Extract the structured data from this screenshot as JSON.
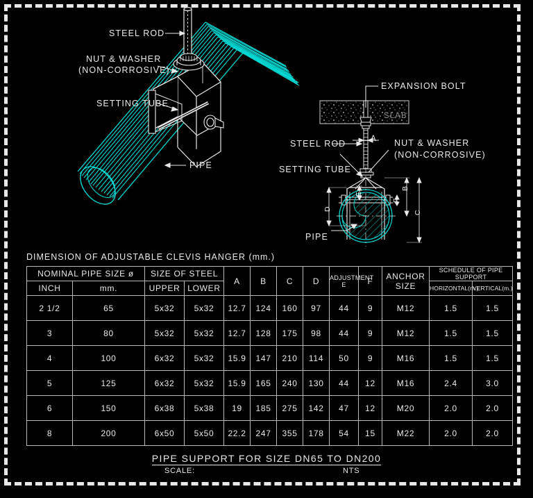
{
  "drawing": {
    "colors": {
      "background": "#000000",
      "line": "#e9e9e9",
      "pipe": "#00d9d4",
      "border": "#e8e8e8"
    },
    "iso_view": {
      "labels": {
        "steel_rod": "STEEL ROD",
        "nut_washer_l1": "NUT & WASHER",
        "nut_washer_l2": "(NON-CORROSIVE)",
        "setting_tube": "SETTING TUBE",
        "pipe": "PIPE"
      }
    },
    "elevation_view": {
      "labels": {
        "expansion_bolt": "EXPANSION BOLT",
        "slab": "SLAB",
        "steel_rod": "STEEL ROD",
        "nut_washer_l1": "NUT & WASHER",
        "nut_washer_l2": "(NON-CORROSIVE)",
        "setting_tube": "SETTING TUBE",
        "pipe": "PIPE"
      },
      "dimension_letters": {
        "a": "A",
        "b": "B",
        "c": "C",
        "d": "D",
        "e": "E",
        "f": "F"
      }
    }
  },
  "table": {
    "caption": "DIMENSION OF ADJUSTABLE CLEVIS HANGER (mm.)",
    "headers": {
      "nominal_pipe_size": "NOMINAL PIPE SIZE ø",
      "size_of_steel": "SIZE OF STEEL",
      "inch": "INCH",
      "mm": "mm.",
      "upper": "UPPER",
      "lower": "LOWER",
      "a": "A",
      "b": "B",
      "c": "C",
      "d": "D",
      "adjustment_e": "ADJUSTMENT E",
      "f": "F",
      "anchor_size": "ANCHOR SIZE",
      "schedule_of_pipe_support": "SCHEDULE OF PIPE SUPPORT",
      "horizontal": "HORIZONTAL(m.)",
      "vertical": "VERTICAL(m.)"
    },
    "rows": [
      {
        "inch": "2 1/2",
        "mm": "65",
        "upper": "5x32",
        "lower": "5x32",
        "a": "12.7",
        "b": "124",
        "c": "160",
        "d": "97",
        "e": "44",
        "f": "9",
        "anchor": "M12",
        "horizontal": "1.5",
        "vertical": "1.5"
      },
      {
        "inch": "3",
        "mm": "80",
        "upper": "5x32",
        "lower": "5x32",
        "a": "12.7",
        "b": "128",
        "c": "175",
        "d": "98",
        "e": "44",
        "f": "9",
        "anchor": "M12",
        "horizontal": "1.5",
        "vertical": "1.5"
      },
      {
        "inch": "4",
        "mm": "100",
        "upper": "6x32",
        "lower": "5x32",
        "a": "15.9",
        "b": "147",
        "c": "210",
        "d": "114",
        "e": "50",
        "f": "9",
        "anchor": "M16",
        "horizontal": "1.5",
        "vertical": "1.5"
      },
      {
        "inch": "5",
        "mm": "125",
        "upper": "6x32",
        "lower": "5x32",
        "a": "15.9",
        "b": "165",
        "c": "240",
        "d": "130",
        "e": "44",
        "f": "12",
        "anchor": "M16",
        "horizontal": "2.4",
        "vertical": "3.0"
      },
      {
        "inch": "6",
        "mm": "150",
        "upper": "6x38",
        "lower": "5x38",
        "a": "19",
        "b": "185",
        "c": "275",
        "d": "142",
        "e": "47",
        "f": "12",
        "anchor": "M20",
        "horizontal": "2.0",
        "vertical": "2.0"
      },
      {
        "inch": "8",
        "mm": "200",
        "upper": "6x50",
        "lower": "5x50",
        "a": "22.2",
        "b": "247",
        "c": "355",
        "d": "178",
        "e": "54",
        "f": "15",
        "anchor": "M22",
        "horizontal": "2.0",
        "vertical": "2.0"
      }
    ]
  },
  "title_block": {
    "title": "PIPE SUPPORT FOR SIZE DN65 TO DN200",
    "scale_label": "SCALE:",
    "scale_value": "NTS"
  }
}
